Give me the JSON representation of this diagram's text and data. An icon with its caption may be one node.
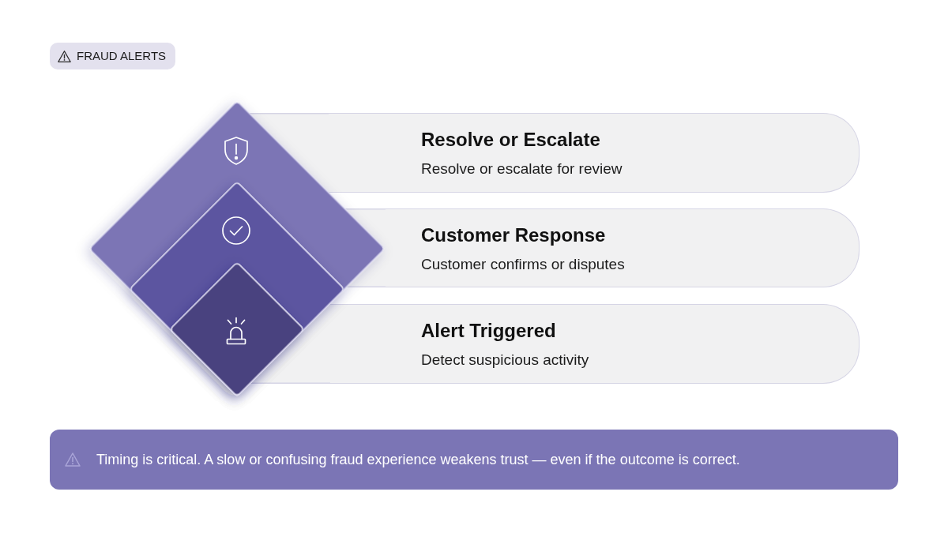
{
  "diagram": {
    "title": "FRAUD ALERTS",
    "nodes": [
      {
        "text": [
          "Resolve or Escalate",
          "Resolve or escalate for review"
        ]
      },
      {
        "text": [
          "Customer Response",
          "Customer confirms or disputes"
        ]
      },
      {
        "text": [
          "Alert Triggered",
          "Detect suspicious activity"
        ]
      },
      {
        "text": [
          "Timing is critical. A slow or confusing fraud experience weakens trust — even if the outcome is correct."
        ]
      }
    ]
  }
}
